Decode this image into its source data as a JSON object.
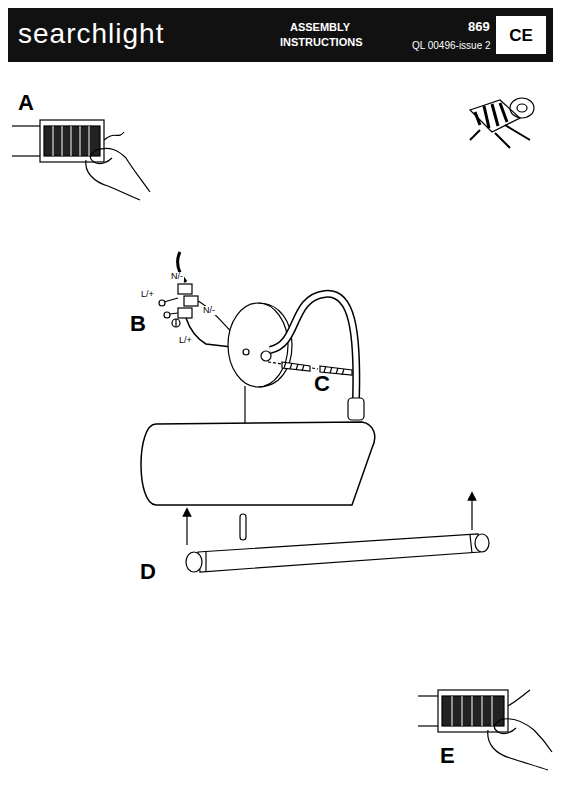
{
  "diagram": {
    "nodes": [
      {
        "text": [
          "searchlight",
          "ASSEMBLY INSTRUCTIONS",
          "869",
          "QL 00496-issue 2"
        ]
      },
      {
        "text": [
          "CE"
        ],
        "in": 0
      }
    ],
    "labels": [
      "A",
      "N/-",
      "L/+",
      "B",
      "N/-",
      "C",
      "L/+",
      "D",
      "E"
    ]
  }
}
